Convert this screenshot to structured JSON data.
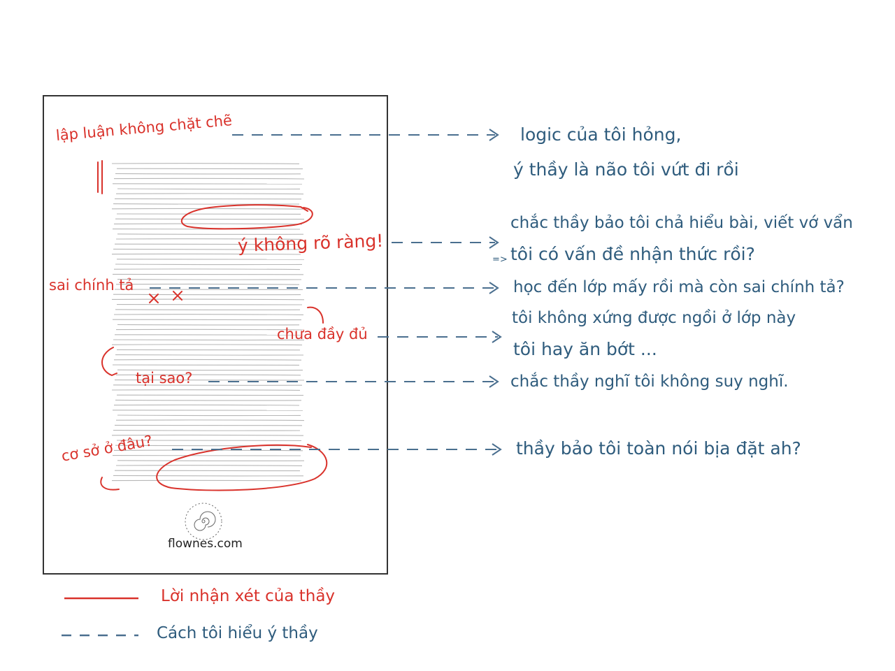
{
  "colors": {
    "teacher": "#d9322b",
    "student": "#2f5c7d",
    "paper_border": "#333333",
    "paper_lines": "#b7b7b7"
  },
  "teacher_comments": {
    "c1": "lập luận không chặt chẽ",
    "c2": "ý không rõ ràng!",
    "c3": "sai chính tả",
    "c4": "chưa đầy đủ",
    "c5": "tại sao?",
    "c6": "cơ sở ở đâu?"
  },
  "student_thoughts": {
    "t1a": "logic của tôi hỏng,",
    "t1b": "ý thầy là não tôi vứt đi rồi",
    "t2a": "chắc thầy bảo tôi chả hiểu bài, viết vớ vẩn",
    "t2b": "tôi có vấn đề nhận thức rồi?",
    "t3": "học đến lớp mấy rồi mà còn sai chính tả?",
    "t4a": "tôi không xứng được ngồi ở lớp này",
    "t4b": "tôi hay ăn bớt ...",
    "t5": "chắc thầy nghĩ tôi không suy nghĩ.",
    "t6": "thầy bảo tôi toàn nói bịa đặt ah?"
  },
  "arrow_prefix": "=>",
  "logo": {
    "text": "flownes.com",
    "icon": "spiral-icon"
  },
  "legend": {
    "teacher_label": "Lời nhận xét của thầy",
    "student_label": "Cách tôi hiểu ý thầy"
  }
}
